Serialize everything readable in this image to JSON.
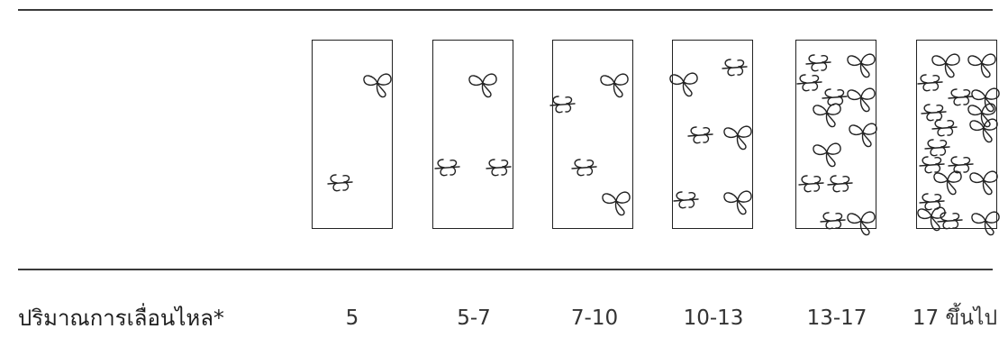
{
  "row_label": "ปริมาณการเลื่อนไหล*",
  "panels": [
    {
      "value": "5",
      "icons": [
        {
          "type": "open"
        },
        {
          "type": "line"
        }
      ]
    },
    {
      "value": "5-7",
      "icons": [
        {
          "type": "open"
        },
        {
          "type": "line"
        },
        {
          "type": "line"
        }
      ]
    },
    {
      "value": "7-10",
      "icons": [
        {
          "type": "open"
        },
        {
          "type": "line"
        },
        {
          "type": "line"
        },
        {
          "type": "open"
        }
      ]
    },
    {
      "value": "10-13",
      "icons": [
        {
          "type": "line"
        },
        {
          "type": "open"
        },
        {
          "type": "line"
        },
        {
          "type": "open"
        },
        {
          "type": "line"
        },
        {
          "type": "open"
        }
      ]
    },
    {
      "value": "13-17",
      "icons": [
        {
          "type": "line"
        },
        {
          "type": "open"
        },
        {
          "type": "line"
        },
        {
          "type": "line"
        },
        {
          "type": "open"
        },
        {
          "type": "open"
        },
        {
          "type": "open"
        },
        {
          "type": "open"
        },
        {
          "type": "line"
        },
        {
          "type": "line"
        },
        {
          "type": "line"
        },
        {
          "type": "open"
        }
      ]
    },
    {
      "value": "17 ขึ้นไป",
      "icons": [
        {
          "type": "open"
        },
        {
          "type": "open"
        },
        {
          "type": "line"
        },
        {
          "type": "line"
        },
        {
          "type": "open"
        },
        {
          "type": "line"
        },
        {
          "type": "open"
        },
        {
          "type": "line"
        },
        {
          "type": "open"
        },
        {
          "type": "line"
        },
        {
          "type": "line"
        },
        {
          "type": "line"
        },
        {
          "type": "open"
        },
        {
          "type": "open"
        },
        {
          "type": "line"
        },
        {
          "type": "open"
        },
        {
          "type": "line"
        },
        {
          "type": "open"
        }
      ]
    }
  ]
}
